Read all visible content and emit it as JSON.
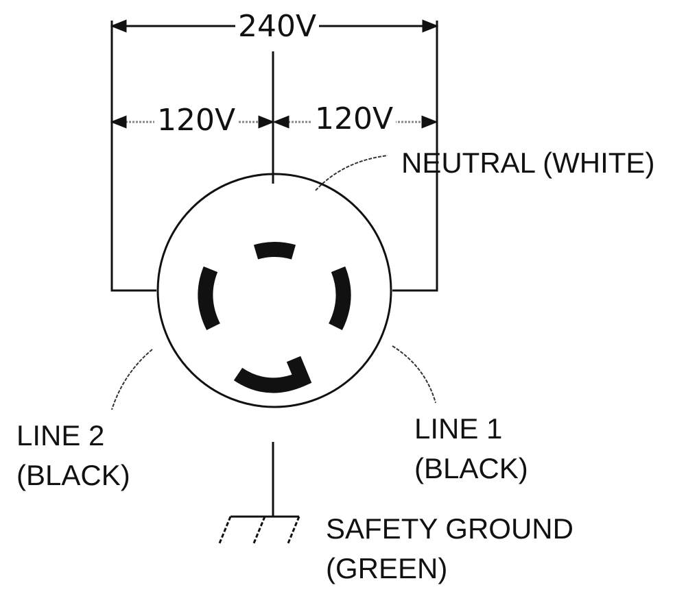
{
  "diagram": {
    "type": "NEMA L14-30 receptacle wiring diagram",
    "voltages": {
      "total": "240V",
      "left_half": "120V",
      "right_half": "120V"
    },
    "labels": {
      "neutral": "NEUTRAL (WHITE)",
      "line2_l1": "LINE 2",
      "line2_l2": "(BLACK)",
      "line1_l1": "LINE 1",
      "line1_l2": "(BLACK)",
      "ground_l1": "SAFETY GROUND",
      "ground_l2": "(GREEN)"
    },
    "colors": {
      "stroke": "#111111",
      "background": "#ffffff"
    }
  }
}
